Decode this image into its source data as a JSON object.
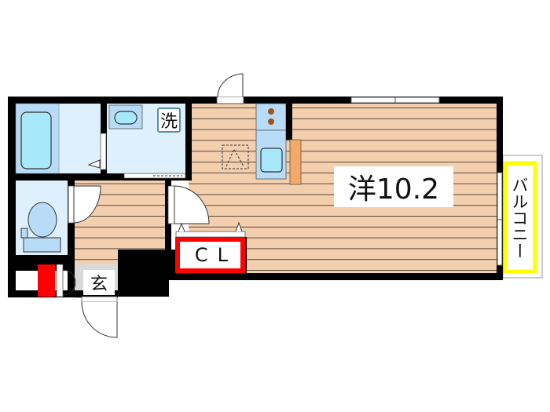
{
  "floorplan": {
    "rooms": {
      "main": {
        "type": "洋",
        "size": "10.2",
        "label": "洋10.2",
        "floor": "wood"
      },
      "wash": {
        "label": "洗"
      },
      "entrance": {
        "label": "玄"
      },
      "closet": {
        "label": "CL"
      },
      "balcony": {
        "label": "バルコニー"
      }
    },
    "fixtures": [
      "bathtub",
      "washbasin",
      "toilet",
      "kitchen-stove",
      "kitchen-sink",
      "refrigerator-space",
      "shoe-box"
    ],
    "colors": {
      "wall": "#000000",
      "wood_floor": "#f3cfae",
      "wood_line": "#5a4a3e",
      "wet_area": "#ddf0fc",
      "fixture_fill": "#a8e8fb",
      "closet_frame": "#ff0000",
      "shoe_box": "#ff0000",
      "balcony_frame": "#ffff00",
      "counter": "#f3a968",
      "entrance_floor": "#d9d9d9"
    }
  }
}
